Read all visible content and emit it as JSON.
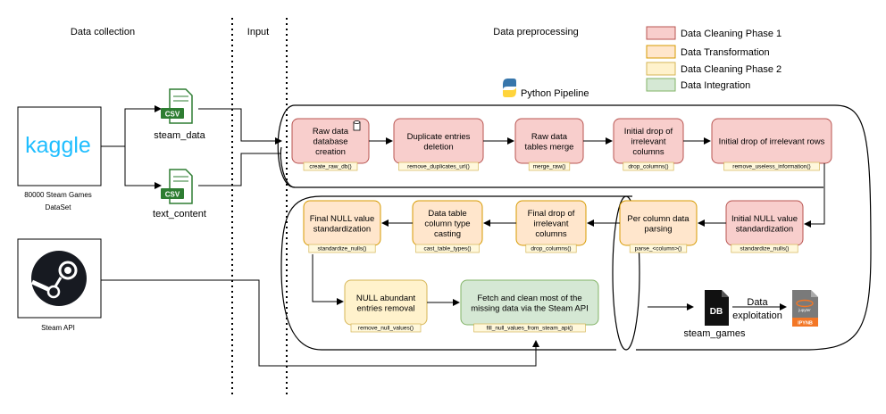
{
  "sections": {
    "data_collection": "Data collection",
    "input": "Input",
    "data_preprocessing": "Data preprocessing"
  },
  "legend": {
    "phase1": {
      "label": "Data Cleaning Phase 1",
      "color": "#f8cecc"
    },
    "transformation": {
      "label": "Data Transformation",
      "color": "#ffe6cc"
    },
    "phase2": {
      "label": "Data Cleaning Phase 2",
      "color": "#fff2cc"
    },
    "integration": {
      "label": "Data Integration",
      "color": "#d5e8d4"
    }
  },
  "sources": {
    "kaggle_logo": "kaggle",
    "kaggle_caption_1": "80000 Steam Games",
    "kaggle_caption_2": "DataSet",
    "steam_caption": "Steam API",
    "csv_badge": "CSV",
    "file1": "steam_data",
    "file2": "text_content"
  },
  "pipeline": {
    "title": "Python Pipeline",
    "steps": [
      {
        "line1": "Raw data",
        "line2": "database",
        "line3": "creation",
        "func": "create_raw_db()",
        "color": "#f8cecc"
      },
      {
        "line1": "Duplicate entries",
        "line2": "deletion",
        "line3": "",
        "func": "remove_duplicates_url()",
        "color": "#f8cecc"
      },
      {
        "line1": "Raw data",
        "line2": "tables merge",
        "line3": "",
        "func": "merge_raw()",
        "color": "#f8cecc"
      },
      {
        "line1": "Initial drop of",
        "line2": "irrelevant",
        "line3": "columns",
        "func": "drop_columns()",
        "color": "#f8cecc"
      },
      {
        "line1": "Initial drop of irrelevant rows",
        "line2": "",
        "line3": "",
        "func": "remove_useless_information()",
        "color": "#f8cecc"
      },
      {
        "line1": "Initial NULL value",
        "line2": "standardization",
        "line3": "",
        "func": "standardize_nulls()",
        "color": "#f8cecc"
      },
      {
        "line1": "Per column data",
        "line2": "parsing",
        "line3": "",
        "func": "parse_<column>()",
        "color": "#ffe6cc"
      },
      {
        "line1": "Final drop of",
        "line2": "irrelevant",
        "line3": "columns",
        "func": "drop_columns()",
        "color": "#ffe6cc"
      },
      {
        "line1": "Data table",
        "line2": "column type",
        "line3": "casting",
        "func": "cast_table_types()",
        "color": "#ffe6cc"
      },
      {
        "line1": "Final NULL value",
        "line2": "standardization",
        "line3": "",
        "func": "standardize_nulls()",
        "color": "#ffe6cc"
      },
      {
        "line1": "NULL abundant",
        "line2": "entries removal",
        "line3": "",
        "func": "remove_null_values()",
        "color": "#fff2cc"
      },
      {
        "line1": "Fetch and clean most of the",
        "line2": "missing data via the Steam API",
        "line3": "",
        "func": "fill_null_values_from_steam_api()",
        "color": "#d5e8d4"
      }
    ]
  },
  "output": {
    "db_badge": "DB",
    "db_name": "steam_games",
    "exploitation_1": "Data",
    "exploitation_2": "exploitation",
    "notebook_label": "jupyter",
    "notebook_ext": "IPYNB"
  }
}
